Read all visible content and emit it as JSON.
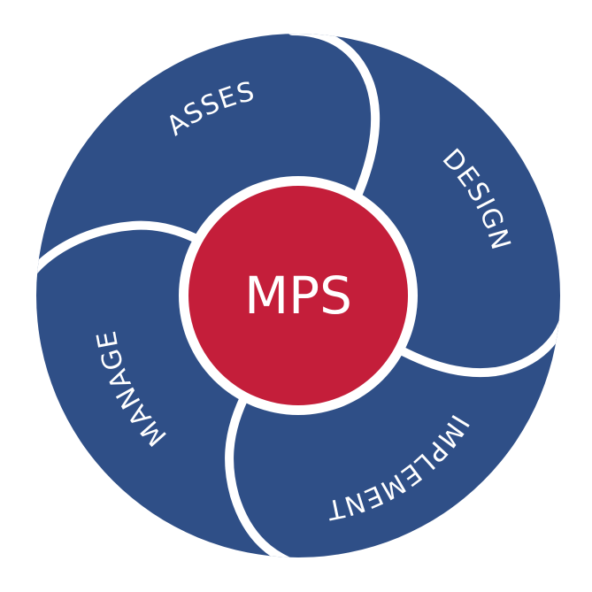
{
  "center": {
    "label": "MPS",
    "color": "#c41e3a"
  },
  "segments": [
    {
      "label": "ASSES"
    },
    {
      "label": "DESIGN"
    },
    {
      "label": "IMPLEMENT"
    },
    {
      "label": "MANAGE"
    }
  ],
  "colors": {
    "segment": "#2f4f87",
    "separator": "#ffffff",
    "text": "#ffffff"
  }
}
